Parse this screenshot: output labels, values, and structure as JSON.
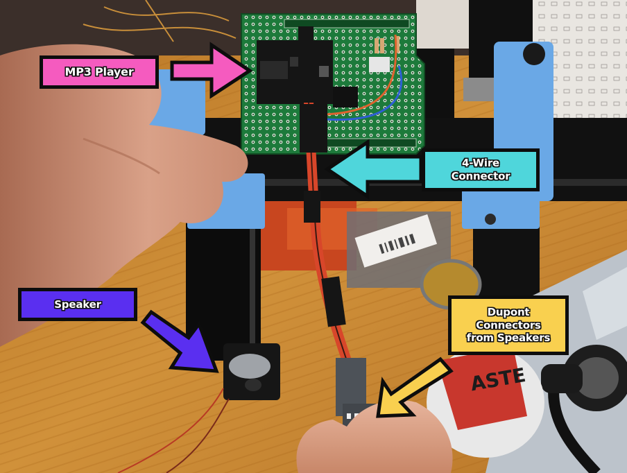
{
  "image": {
    "description": "Annotated photo of an Arduino-style protoboard shield held in a blue PCB vise, with an MP3 player module, a 4-wire connector cable, a small black speaker, and Dupont connectors held in fingers",
    "colors": {
      "mp3_accent": "#f55bbf",
      "wire_accent": "#4fd6db",
      "speaker_accent": "#5a2ff0",
      "dupont_accent": "#f9d04f",
      "outline": "#0d0d0d",
      "pcb_green": "#1f7a3a",
      "vise_blue": "#6aa8e6",
      "wood": "#c98a36",
      "wire_red": "#d8462a"
    }
  },
  "callouts": [
    {
      "id": "mp3",
      "lines": [
        "MP3 Player"
      ],
      "color": "#f55bbf",
      "arrow_direction": "right"
    },
    {
      "id": "wire",
      "lines": [
        "4-Wire",
        "Connector"
      ],
      "color": "#4fd6db",
      "arrow_direction": "left"
    },
    {
      "id": "speaker",
      "lines": [
        "Speaker"
      ],
      "color": "#5a2ff0",
      "arrow_direction": "down-right"
    },
    {
      "id": "dupont",
      "lines": [
        "Dupont",
        "Connectors",
        "from Speakers"
      ],
      "color": "#f9d04f",
      "arrow_direction": "down-left"
    }
  ],
  "scene_text": {
    "tape_label": "ASTE"
  }
}
